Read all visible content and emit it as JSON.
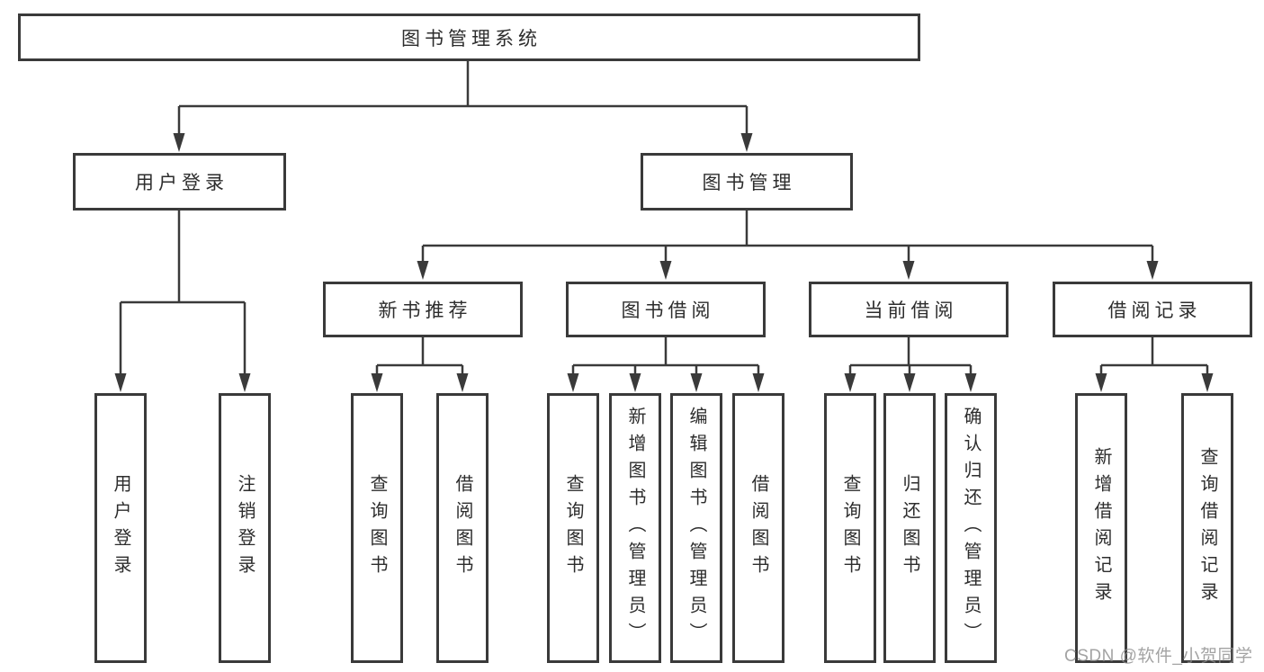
{
  "tree": {
    "root": "图书管理系统",
    "user_branch": {
      "label": "用户登录",
      "children": [
        "用户登录",
        "注销登录"
      ]
    },
    "book_branch": {
      "label": "图书管理",
      "children": [
        {
          "label": "新书推荐",
          "children": [
            "查询图书",
            "借阅图书"
          ]
        },
        {
          "label": "图书借阅",
          "children": [
            "查询图书",
            "新增图书（管理员）",
            "编辑图书（管理员）",
            "借阅图书"
          ]
        },
        {
          "label": "当前借阅",
          "children": [
            "查询图书",
            "归还图书",
            "确认归还（管理员）"
          ]
        },
        {
          "label": "借阅记录",
          "children": [
            "新增借阅记录",
            "查询借阅记录"
          ]
        }
      ]
    }
  },
  "watermark": {
    "text": "CSDN @软件_小贺同学"
  },
  "colors": {
    "border": "#3a3a3a",
    "text": "#2d2d2d",
    "watermark": "#8c8c8c",
    "background": "#ffffff"
  }
}
